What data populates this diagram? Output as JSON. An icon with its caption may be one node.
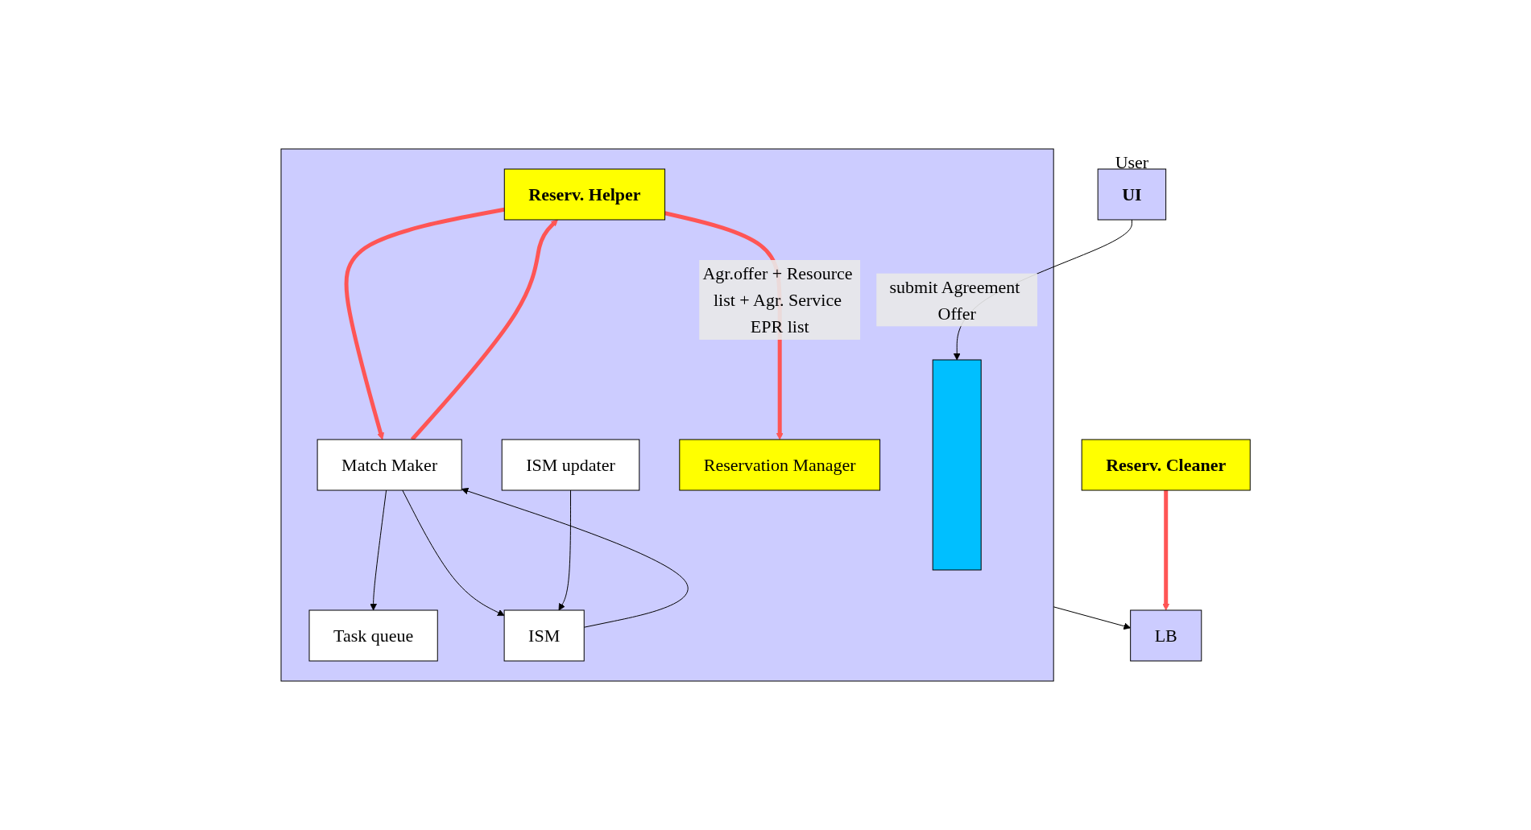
{
  "diagram": {
    "nodes": [
      {
        "text": [
          "UI"
        ],
        "beside": [
          "User"
        ]
      },
      {
        "text": [],
        "shape": "box"
      },
      {
        "text": [],
        "shape": "bar",
        "in": 1
      },
      {
        "text": [
          "Reserv. Helper"
        ],
        "in": 1
      },
      {
        "text": [
          "Task queue"
        ],
        "in": 1
      },
      {
        "text": [
          "Match Maker"
        ],
        "in": 1
      },
      {
        "text": [
          "Reservation Manager"
        ],
        "in": 1
      },
      {
        "text": [
          "ISM"
        ],
        "in": 1
      },
      {
        "text": [
          "ISM updater"
        ],
        "in": 1
      },
      {
        "text": [
          "LB"
        ]
      },
      {
        "text": [
          "Reserv. Cleaner"
        ]
      }
    ],
    "edges": [
      {
        "from": 0,
        "to": 2,
        "arrow": "to",
        "label": "submit Agreement Offer"
      },
      {
        "from": 5,
        "to": 3,
        "arrow": "to",
        "style": "thick",
        "color": "#ff5555"
      },
      {
        "from": 3,
        "to": 5,
        "arrow": "to",
        "style": "thick",
        "color": "#ff5555"
      },
      {
        "from": 3,
        "to": 6,
        "arrow": "to",
        "style": "thick",
        "color": "#ff5555",
        "label": "Agr.offer + Resource list + Agr. Service EPR list"
      },
      {
        "from": 5,
        "to": 4,
        "arrow": "to"
      },
      {
        "from": 5,
        "to": 7,
        "arrow": "to"
      },
      {
        "from": 7,
        "to": 5,
        "arrow": "to"
      },
      {
        "from": 8,
        "to": 7,
        "arrow": "to"
      },
      {
        "from": 1,
        "to": 9,
        "arrow": "to"
      },
      {
        "from": 10,
        "to": 9,
        "arrow": "to",
        "style": "thick",
        "color": "#ff5555"
      }
    ]
  }
}
